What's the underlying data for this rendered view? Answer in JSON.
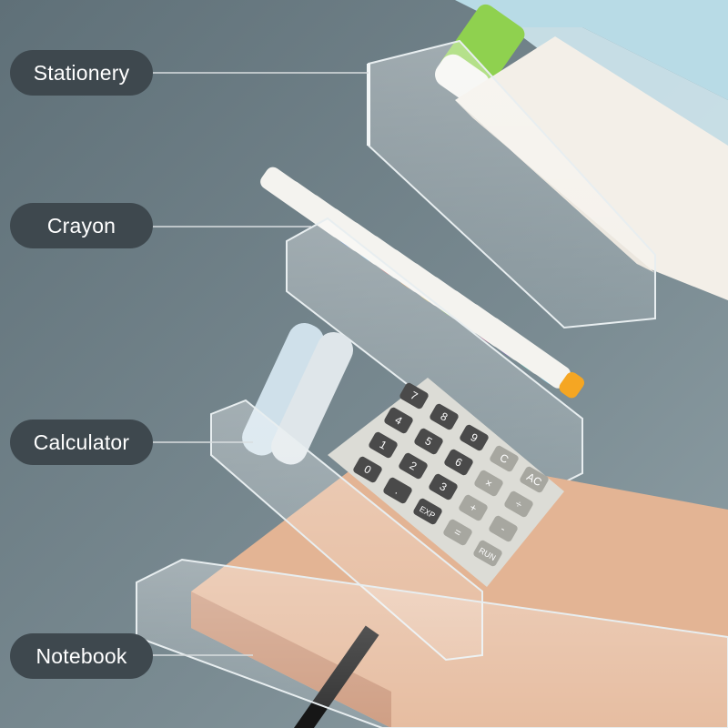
{
  "colors": {
    "background": "#6f7f87",
    "callout_bg": "#3e484e",
    "callout_text": "#ffffff",
    "leader_line": "#d9dee0",
    "drawer_edge": "#e8eef0",
    "notebook": "#e3b494",
    "calculator_body": "#dcdcd6",
    "calculator_key": "#4a4a4a"
  },
  "callouts": [
    {
      "id": "stationery",
      "label": "Stationery"
    },
    {
      "id": "crayon",
      "label": "Crayon"
    },
    {
      "id": "calculator",
      "label": "Calculator"
    },
    {
      "id": "notebook",
      "label": "Notebook"
    }
  ],
  "calculator_keys": [
    "7",
    "8",
    "9",
    "C",
    "AC",
    "4",
    "5",
    "6",
    "×",
    "÷",
    "1",
    "2",
    "3",
    "+",
    "-",
    "0",
    ".",
    "EXP",
    "=",
    "RUN"
  ],
  "marker_cap_colors": [
    "#2f6fd1",
    "#3aa0e0",
    "#e1504a",
    "#f08a2a",
    "#f2c12e",
    "#7ac143",
    "#1f1f1f",
    "#e86aa0",
    "#8a5cc8",
    "#2db3a0",
    "#4fc3e8",
    "#f5a623"
  ]
}
